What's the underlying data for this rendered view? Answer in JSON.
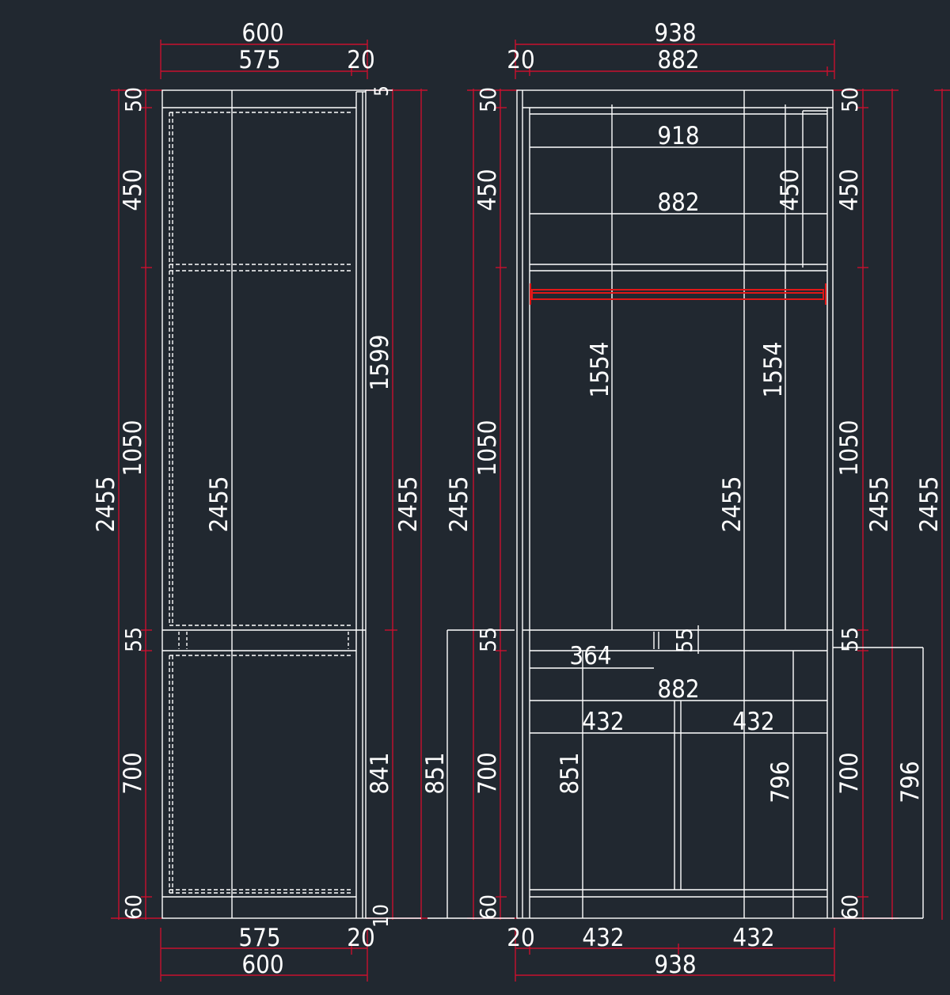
{
  "colors": {
    "background": "#212830",
    "outline": "#ffffff",
    "dimension": "#c8102e",
    "rail": "#e01818"
  },
  "side_view": {
    "top_dims": {
      "overall": "600",
      "depth": "575",
      "back": "20"
    },
    "bottom_dims": {
      "overall": "600",
      "depth": "575",
      "back": "20"
    },
    "left_chain": [
      "50",
      "450",
      "1050",
      "55",
      "700",
      "60"
    ],
    "left_total": "2455",
    "inner_height": "2455",
    "right_top": "5",
    "right_upper": "1599",
    "right_lower": "841",
    "right_bottom": "10",
    "right_total": "2455",
    "lower_height": "851"
  },
  "front_view": {
    "top_dims": {
      "overall": "938",
      "inner": "882",
      "side": "20"
    },
    "bottom_dims": {
      "overall": "938",
      "side": "20",
      "left_door": "432",
      "right_door": "432"
    },
    "left_chain": [
      "50",
      "450",
      "1050",
      "55",
      "700",
      "60"
    ],
    "left_total": "2455",
    "right_chain": [
      "50",
      "450",
      "1050",
      "55",
      "700",
      "60"
    ],
    "right_total": "2455",
    "far_right_total": "2455",
    "far_right_lower": "796",
    "inner": {
      "top_width": "918",
      "upper_width": "882",
      "upper_shelf_height": "450",
      "hang_left": "1554",
      "hang_right": "1554",
      "center_height": "2455",
      "drawer_label": "364",
      "divider": "55",
      "lower_width": "882",
      "door_left": "432",
      "door_right": "432",
      "lower_left_height": "851",
      "lower_right_height": "796"
    }
  }
}
